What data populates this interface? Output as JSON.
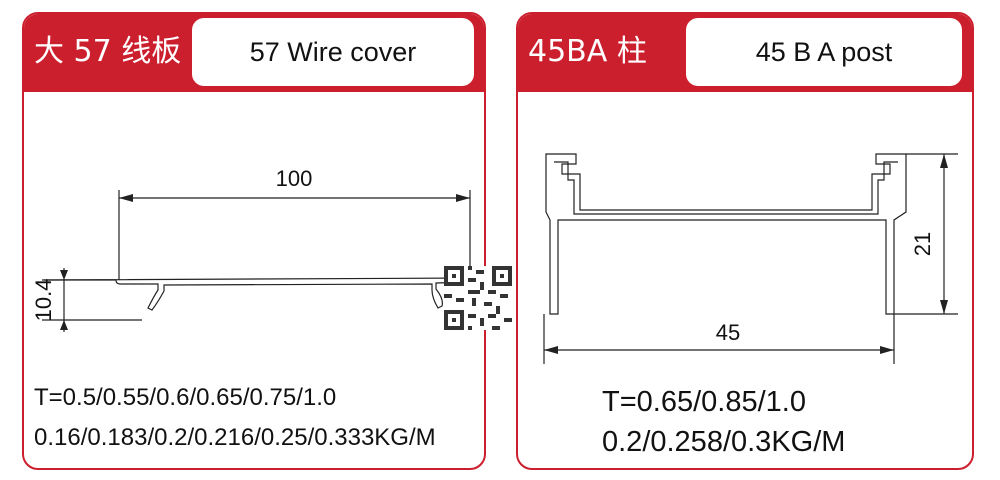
{
  "left_card": {
    "tag": "大 57 线板",
    "title": "57 Wire cover",
    "dim_width": "100",
    "dim_height": "10.4",
    "thickness": "T=0.5/0.55/0.6/0.65/0.75/1.0",
    "weight": "0.16/0.183/0.2/0.216/0.25/0.333KG/M"
  },
  "right_card": {
    "tag": "45BA 柱",
    "title": "45 B A post",
    "dim_width": "45",
    "dim_height": "21",
    "thickness": "T=0.65/0.85/1.0",
    "weight": "0.2/0.258/0.3KG/M"
  },
  "colors": {
    "accent": "#cc1f2e",
    "line": "#222222"
  },
  "icons": [
    "qr-code-watermark-icon"
  ]
}
